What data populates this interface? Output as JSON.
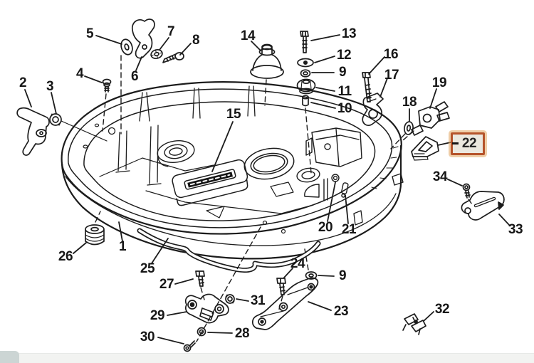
{
  "page": {
    "background_color": "#ffffff",
    "bottom_strip_color": "#f2f3f1",
    "corner_tab_color": "#ccd5d4"
  },
  "diagram": {
    "type": "exploded-parts-diagram",
    "description": "Exploded parts line drawing of an outboard motor lower engine cover with numbered callouts",
    "line_color": "#1c1c1c",
    "highlight": {
      "selected_part": "22",
      "border_color": "#b5532a",
      "fill_color": "#ebe8df",
      "glow_color": "#e2a560"
    },
    "callouts": [
      {
        "num": "1"
      },
      {
        "num": "2"
      },
      {
        "num": "3"
      },
      {
        "num": "4"
      },
      {
        "num": "5"
      },
      {
        "num": "6"
      },
      {
        "num": "7"
      },
      {
        "num": "8"
      },
      {
        "num": "9"
      },
      {
        "num": "10"
      },
      {
        "num": "11"
      },
      {
        "num": "12"
      },
      {
        "num": "13"
      },
      {
        "num": "14"
      },
      {
        "num": "15"
      },
      {
        "num": "16"
      },
      {
        "num": "17"
      },
      {
        "num": "18"
      },
      {
        "num": "19"
      },
      {
        "num": "20"
      },
      {
        "num": "21"
      },
      {
        "num": "22"
      },
      {
        "num": "23"
      },
      {
        "num": "24"
      },
      {
        "num": "25"
      },
      {
        "num": "26"
      },
      {
        "num": "27"
      },
      {
        "num": "28"
      },
      {
        "num": "29"
      },
      {
        "num": "30"
      },
      {
        "num": "31"
      },
      {
        "num": "32"
      },
      {
        "num": "33"
      },
      {
        "num": "34"
      },
      {
        "num": "9"
      }
    ]
  }
}
